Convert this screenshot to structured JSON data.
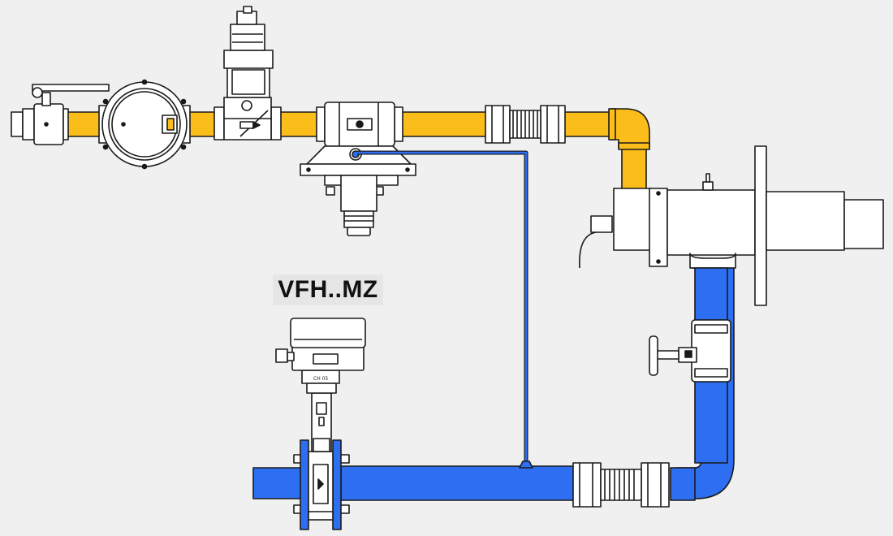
{
  "labels": {
    "valve_model": "VFH..MZ",
    "actuator_stamp": "CH 05"
  },
  "colors": {
    "background": "#f0f0f0",
    "gas_line": "#fbbd1a",
    "air_line": "#2e6ff2",
    "impulse_line": "#2e6ff2",
    "outline": "#1a1a1a",
    "component_fill": "#ffffff"
  },
  "components": [
    "ball-valve",
    "gas-filter",
    "solenoid-valve",
    "pressure-regulator",
    "flexible-hose-gas",
    "burner",
    "needle-valve",
    "flexible-hose-air",
    "butterfly-valve-vfh-mz"
  ]
}
